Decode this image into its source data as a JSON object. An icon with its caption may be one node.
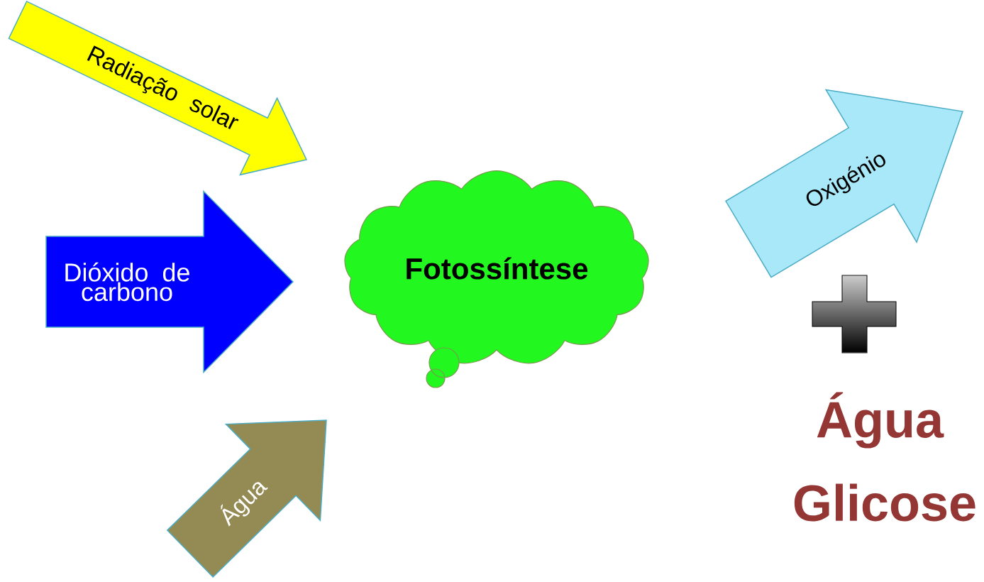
{
  "diagram": {
    "nodes": [
      {
        "text": [
          "Radiação solar"
        ]
      },
      {
        "text": [
          "Dióxido de carbono"
        ]
      },
      {
        "text": [
          "Fotossíntese"
        ]
      },
      {
        "text": [
          "Água"
        ]
      },
      {
        "text": [
          "Oxigénio"
        ]
      }
    ],
    "labels": [
      "Água",
      "Glicose"
    ]
  }
}
